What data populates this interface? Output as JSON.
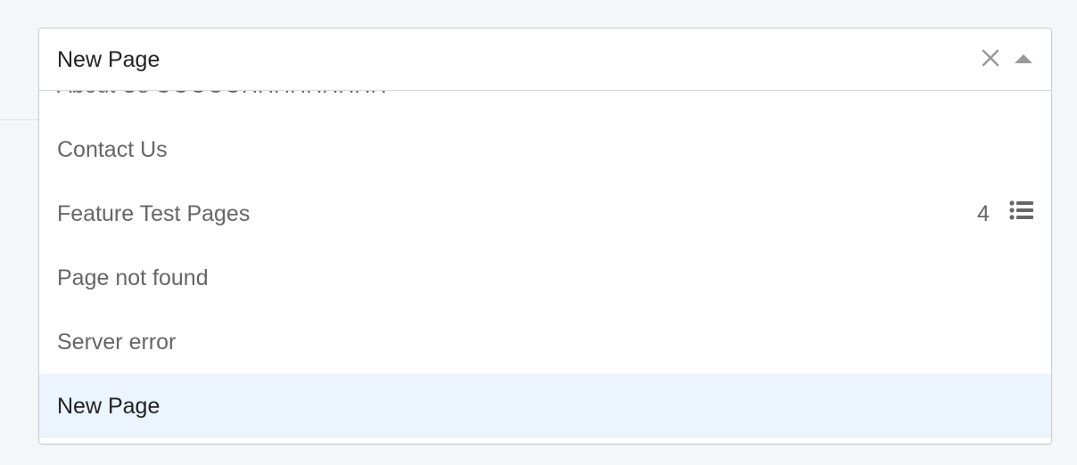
{
  "select": {
    "value": "New Page",
    "clear_icon": "close-icon",
    "toggle_icon": "caret-up-icon",
    "options": [
      {
        "label": "About Us OOOOOHHHHHHHHH"
      },
      {
        "label": "Contact Us"
      },
      {
        "label": "Feature Test Pages",
        "count": "4",
        "icon": "list-icon"
      },
      {
        "label": "Page not found"
      },
      {
        "label": "Server error"
      },
      {
        "label": "New Page",
        "selected": true
      }
    ]
  },
  "colors": {
    "background": "#f5f6f8",
    "selected_option": "#ebf4ff",
    "text": "#222222",
    "option_text": "#666666",
    "icon": "#999999"
  }
}
